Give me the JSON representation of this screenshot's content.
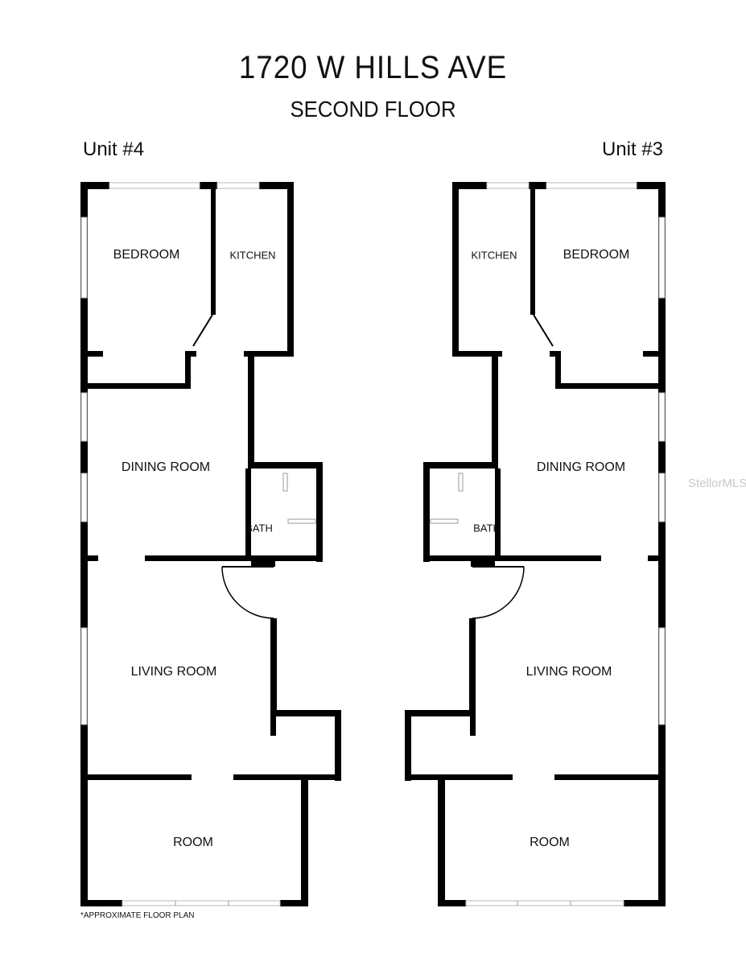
{
  "title": "1720 W HILLS AVE",
  "subtitle": "SECOND FLOOR",
  "units": {
    "left": {
      "label": "Unit #4",
      "rooms": {
        "bedroom": "BEDROOM",
        "kitchen": "KITCHEN",
        "dining": "DINING ROOM",
        "bath": "BATH",
        "living": "LIVING ROOM",
        "room": "ROOM"
      }
    },
    "right": {
      "label": "Unit #3",
      "rooms": {
        "bedroom": "BEDROOM",
        "kitchen": "KITCHEN",
        "dining": "DINING ROOM",
        "bath": "BATH",
        "living": "LIVING ROOM",
        "room": "ROOM"
      }
    }
  },
  "footnote": "*APPROXIMATE FLOOR PLAN",
  "watermark": "StellorMLS"
}
